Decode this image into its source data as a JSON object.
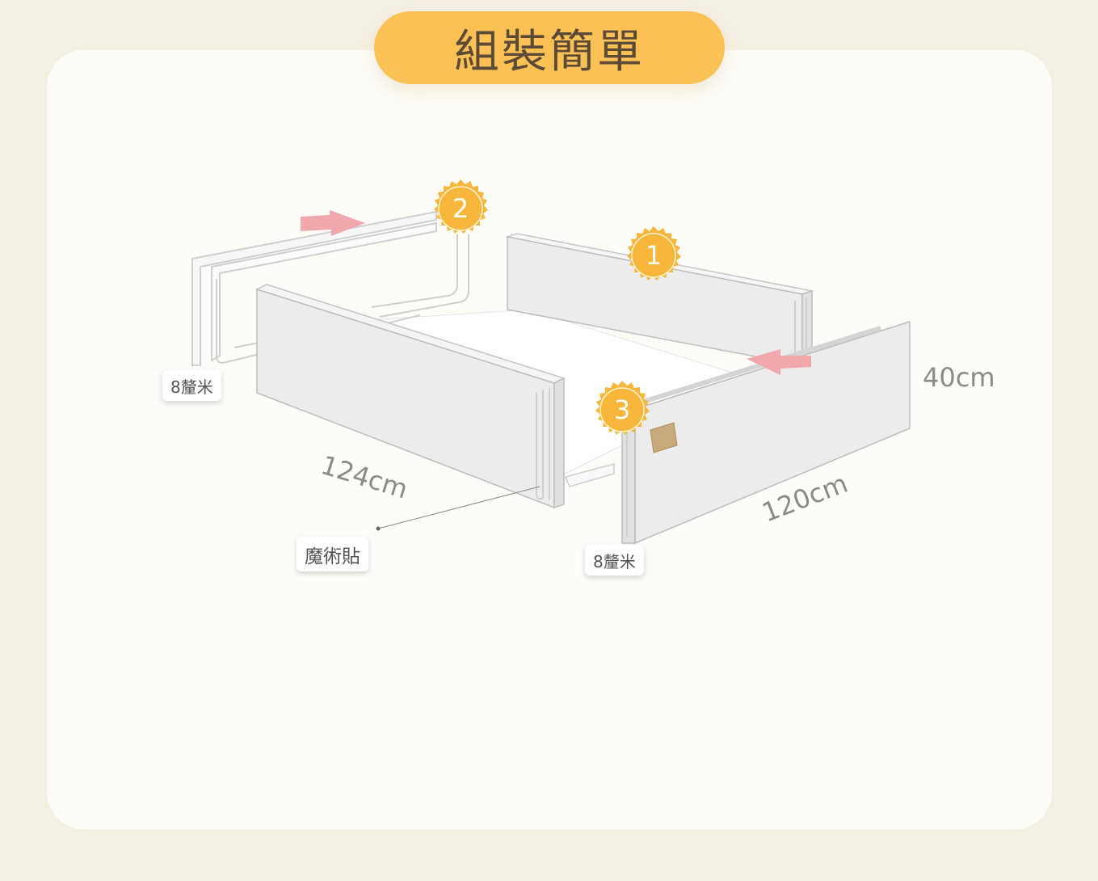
{
  "title": "組裝簡單",
  "badges": [
    "1",
    "2",
    "3"
  ],
  "labels": {
    "thickness_left": "8釐米",
    "thickness_right": "8釐米",
    "velcro": "魔術貼"
  },
  "dimensions": {
    "length_front": "124cm",
    "length_side": "120cm",
    "height": "40cm"
  },
  "colors": {
    "page_background": "#f4efe3",
    "card_background": "#fdfcf7",
    "title_pill": "#fcc155",
    "badge": "#f8b73a",
    "arrow": "#f2a7ad",
    "panel_face": "#efefef",
    "panel_edge": "#bdbdbd"
  }
}
